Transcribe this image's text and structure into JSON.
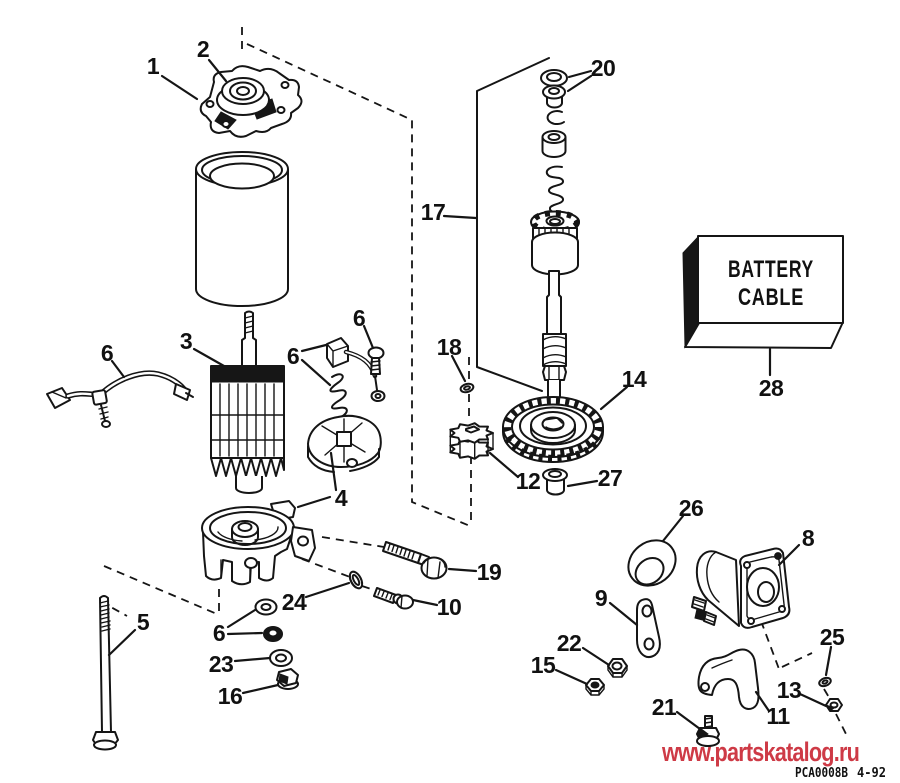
{
  "battery_box": {
    "line1": "BATTERY",
    "line2": "CABLE"
  },
  "footer": {
    "watermark": "www.partskatalog.ru",
    "code": "PCA0008B",
    "date": "4-92"
  },
  "colors": {
    "line": "#151515",
    "background": "#ffffff",
    "watermark_red": "#ce3a46"
  },
  "callouts": [
    {
      "n": "1",
      "part": "upper-mount-bracket"
    },
    {
      "n": "2",
      "part": "pivot-bushing"
    },
    {
      "n": "3",
      "part": "armature"
    },
    {
      "n": "4",
      "part": "end-cap-brush-plate"
    },
    {
      "n": "5",
      "part": "thru-bolt"
    },
    {
      "n": "6",
      "part": "lead-wire"
    },
    {
      "n": "6",
      "part": "brush-and-spring"
    },
    {
      "n": "6",
      "part": "brush-screw"
    },
    {
      "n": "6",
      "part": "washer-and-nut"
    },
    {
      "n": "8",
      "part": "solenoid"
    },
    {
      "n": "9",
      "part": "ground-strap"
    },
    {
      "n": "10",
      "part": "screw"
    },
    {
      "n": "11",
      "part": "solenoid-bracket"
    },
    {
      "n": "12",
      "part": "pinion-gear"
    },
    {
      "n": "13",
      "part": "nut"
    },
    {
      "n": "14",
      "part": "drive-gear"
    },
    {
      "n": "15",
      "part": "nut"
    },
    {
      "n": "16",
      "part": "flange-nut"
    },
    {
      "n": "17",
      "part": "starter-drive-assembly"
    },
    {
      "n": "18",
      "part": "retainer-clip"
    },
    {
      "n": "19",
      "part": "mount-bolt"
    },
    {
      "n": "20",
      "part": "spacer-and-bushing"
    },
    {
      "n": "21",
      "part": "flange-bolt"
    },
    {
      "n": "22",
      "part": "hex-nut"
    },
    {
      "n": "23",
      "part": "washer"
    },
    {
      "n": "24",
      "part": "lock-washer"
    },
    {
      "n": "25",
      "part": "small-washer"
    },
    {
      "n": "26",
      "part": "boot-sleeve"
    },
    {
      "n": "27",
      "part": "spacer-bushing"
    },
    {
      "n": "28",
      "part": "battery-cable"
    }
  ]
}
